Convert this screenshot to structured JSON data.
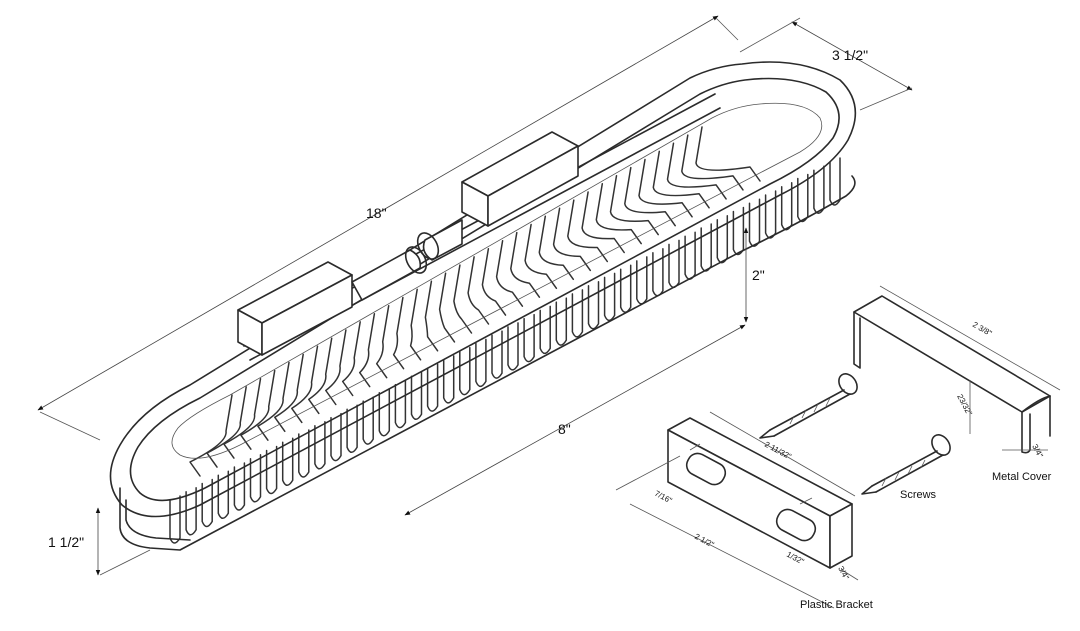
{
  "dimensions": {
    "length": "18\"",
    "width": "3 1/2\"",
    "height_front": "1 1/2\"",
    "rail_gap": "2\"",
    "spacing": "8\"",
    "cover_length": "2 3/8\"",
    "cover_height": "23/32\"",
    "cover_depth": "3/4\"",
    "bracket_length": "2 11/32\"",
    "bracket_width": "7/16\"",
    "bracket_offset": "2 1/2\"",
    "bracket_hole": "1/32\"",
    "bracket_depth": "3/4\""
  },
  "labels": {
    "screws": "Screws",
    "metal_cover": "Metal Cover",
    "plastic_bracket": "Plastic Bracket"
  }
}
